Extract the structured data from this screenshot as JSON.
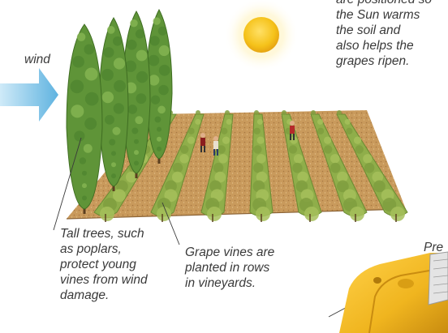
{
  "labels": {
    "wind": "wind",
    "sun_lines": [
      "are positioned so",
      "the Sun warms",
      "the soil and",
      "also helps the",
      "grapes ripen."
    ],
    "trees_lines": [
      "Tall trees, such",
      "as poplars,",
      "protect young",
      "vines from wind",
      "damage."
    ],
    "vines_lines": [
      "Grape vines are",
      "planted in rows",
      "in vineyards."
    ],
    "press_label": "Pre"
  },
  "colors": {
    "arrow": "#7fc6ea",
    "sun": "#f5c21a",
    "soil": "#c99a5c",
    "vine": "#8fae4a",
    "tree": "#5f9438",
    "press": "#f0b51f"
  },
  "icons": [
    "wind-arrow-icon",
    "sun-icon",
    "poplar-tree-icon",
    "vine-row-icon",
    "worker-icon",
    "press-machine-icon"
  ]
}
